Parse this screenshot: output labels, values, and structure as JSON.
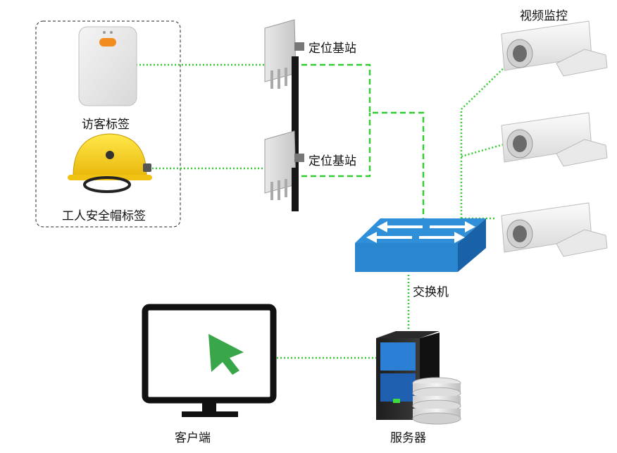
{
  "colors": {
    "link_green": "#33cc33",
    "switch_top": "#2f8fd8",
    "switch_side": "#1a62a8",
    "tag_group_border": "#222222",
    "helmet_yellow": "#f7d21a",
    "monitor_black": "#111111",
    "cursor_green": "#3aa64a"
  },
  "icons": {
    "visitor_tag": "visitor-tag-icon",
    "helmet_tag": "helmet-tag-icon",
    "base_station": "base-station-icon",
    "camera": "cctv-camera-icon",
    "switch": "network-switch-icon",
    "server": "server-icon",
    "database": "database-icon",
    "monitor": "monitor-icon",
    "cursor": "cursor-icon"
  },
  "labels": {
    "visitor_tag": "访客标签",
    "helmet_tag": "工人安全帽标签",
    "base_station_1": "定位基站",
    "base_station_2": "定位基站",
    "video_monitor": "视频监控",
    "switch": "交换机",
    "client": "客户端",
    "server": "服务器"
  }
}
